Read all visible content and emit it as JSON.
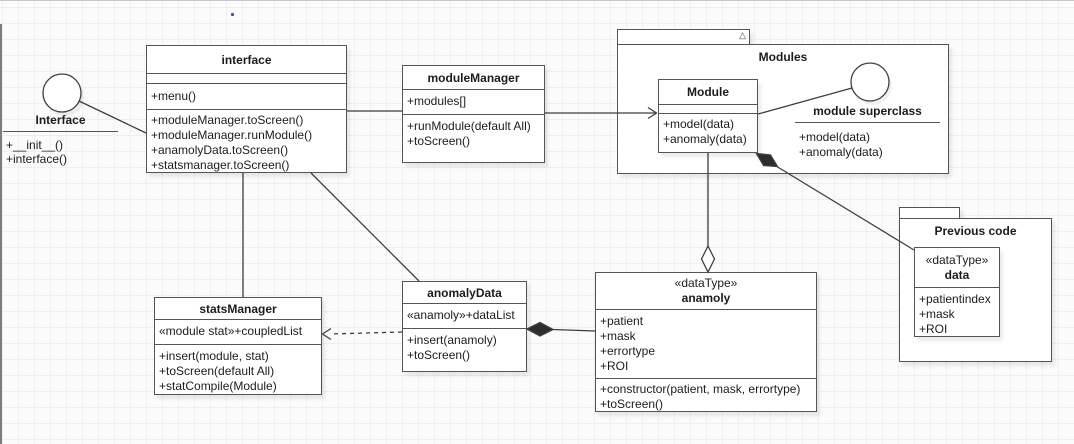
{
  "packages": {
    "modules": {
      "label": "Modules"
    },
    "previous_code": {
      "label": "Previous code"
    }
  },
  "lollipops": {
    "interface": {
      "label": "Interface",
      "members": [
        "+__init__()",
        "+interface()"
      ]
    },
    "module_superclass": {
      "label": "module superclass",
      "members": [
        "+model(data)",
        "+anomaly(data)"
      ]
    }
  },
  "classes": {
    "interface": {
      "title": "interface",
      "compartment1": [
        "+menu()"
      ],
      "compartment2": [
        "+moduleManager.toScreen()",
        "+moduleManager.runModule()",
        "+anamolyData.toScreen()",
        "+statsmanager.toScreen()"
      ]
    },
    "module_manager": {
      "title": "moduleManager",
      "attributes": [
        "+modules[]"
      ],
      "methods": [
        "+runModule(default All)",
        "+toScreen()"
      ]
    },
    "module": {
      "title": "Module",
      "methods": [
        "+model(data)",
        "+anomaly(data)"
      ]
    },
    "stats_manager": {
      "title": "statsManager",
      "attributes": [
        "«module stat»+coupledList"
      ],
      "methods": [
        "+insert(module, stat)",
        "+toScreen(default All)",
        "+statCompile(Module)"
      ]
    },
    "anomaly_data": {
      "title": "anomalyData",
      "attributes": [
        "«anamoly»+dataList"
      ],
      "methods": [
        "+insert(anamoly)",
        "+toScreen()"
      ]
    },
    "anamoly": {
      "stereotype": "«dataType»",
      "title": "anamoly",
      "attributes": [
        "+patient",
        "+mask",
        "+errortype",
        "+ROI"
      ],
      "methods": [
        "+constructor(patient, mask, errortype)",
        "+toScreen()"
      ]
    },
    "data": {
      "stereotype": "«dataType»",
      "title": "data",
      "attributes": [
        "+patientindex",
        "+mask",
        "+ROI"
      ]
    }
  },
  "colors": {
    "stroke": "#545454",
    "box_fill": "#ffffff",
    "grid": "#efefef",
    "dot": "#3c46d8"
  }
}
